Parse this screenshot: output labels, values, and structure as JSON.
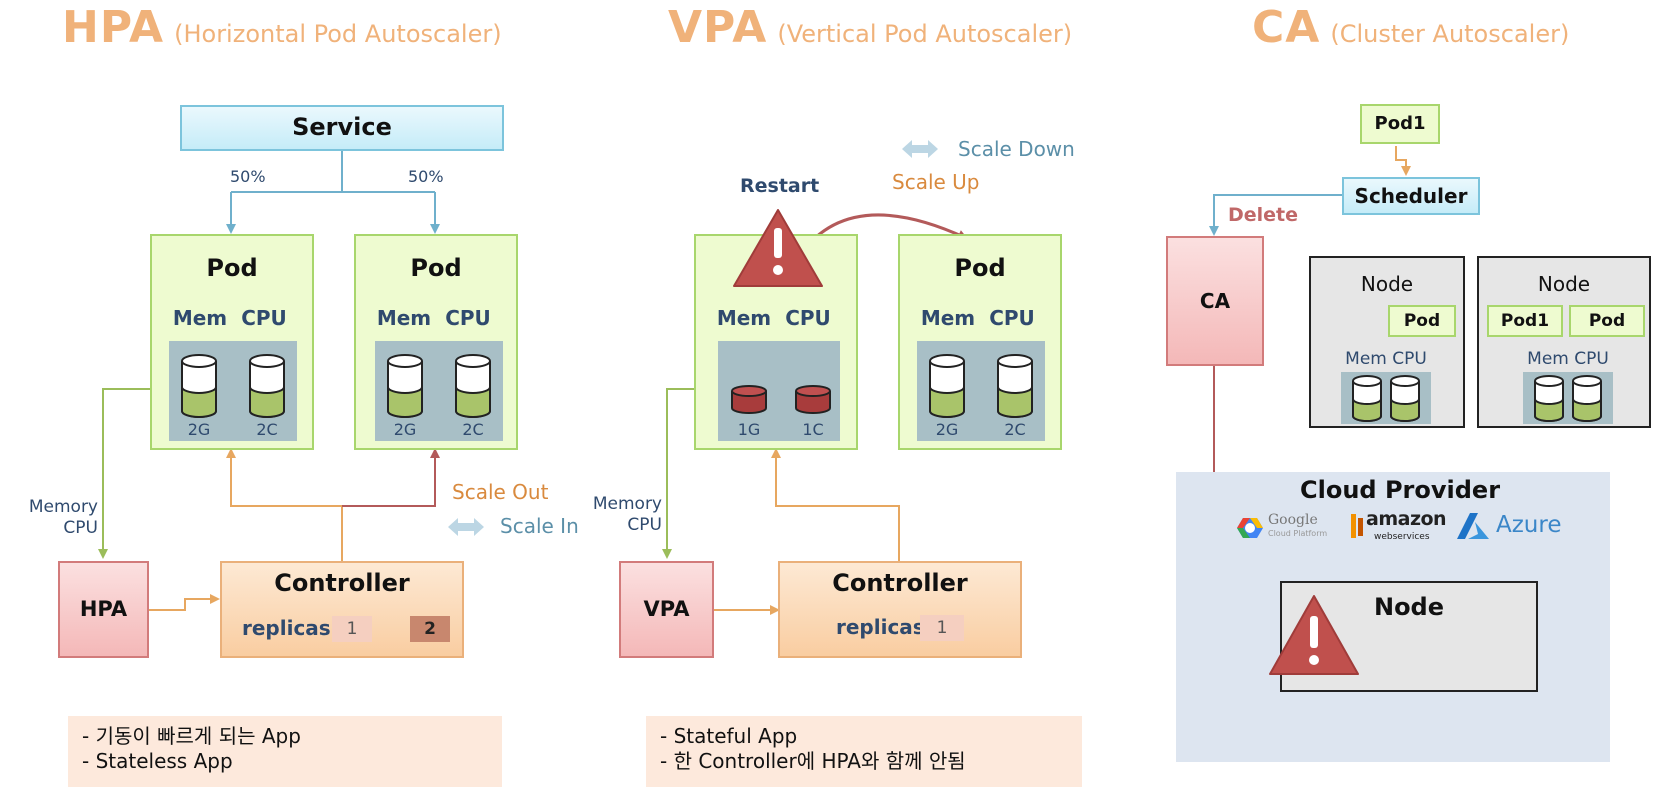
{
  "hpa_section": {
    "title": "HPA",
    "subtitle": "(Horizontal Pod Autoscaler)",
    "service_label": "Service",
    "split_left": "50%",
    "split_right": "50%",
    "pods": [
      {
        "title": "Pod",
        "mem_label": "Mem",
        "cpu_label": "CPU",
        "mem_value": "2G",
        "cpu_value": "2C"
      },
      {
        "title": "Pod",
        "mem_label": "Mem",
        "cpu_label": "CPU",
        "mem_value": "2G",
        "cpu_value": "2C"
      }
    ],
    "metric_memory": "Memory",
    "metric_cpu": "CPU",
    "autoscaler_label": "HPA",
    "controller_title": "Controller",
    "replicas_label": "replicas",
    "replicas_from": "1",
    "replicas_to": "2",
    "scale_out": "Scale Out",
    "scale_in": "Scale In",
    "notes": [
      "- 기동이 빠르게 되는 App",
      "- Stateless App"
    ]
  },
  "vpa_section": {
    "title": "VPA",
    "subtitle": "(Vertical Pod Autoscaler)",
    "restart_label": "Restart",
    "scale_up": "Scale Up",
    "scale_down": "Scale Down",
    "pods": [
      {
        "title": "",
        "mem_label": "Mem",
        "cpu_label": "CPU",
        "mem_value": "1G",
        "cpu_value": "1C"
      },
      {
        "title": "Pod",
        "mem_label": "Mem",
        "cpu_label": "CPU",
        "mem_value": "2G",
        "cpu_value": "2C"
      }
    ],
    "metric_memory": "Memory",
    "metric_cpu": "CPU",
    "autoscaler_label": "VPA",
    "controller_title": "Controller",
    "replicas_label": "replicas",
    "replicas_value": "1",
    "notes": [
      "- Stateful App",
      "- 한 Controller에 HPA와 함께 안됨"
    ]
  },
  "ca_section": {
    "title": "CA",
    "subtitle": "(Cluster Autoscaler)",
    "pending_pod": "Pod1",
    "scheduler_label": "Scheduler",
    "delete_label": "Delete",
    "autoscaler_label": "CA",
    "nodes": [
      {
        "title": "Node",
        "pods": [
          "Pod"
        ],
        "memcpu_label": "Mem CPU"
      },
      {
        "title": "Node",
        "pods": [
          "Pod1",
          "Pod"
        ],
        "memcpu_label": "Mem CPU"
      }
    ],
    "cloud_title": "Cloud Provider",
    "providers": {
      "google_line1": "Google",
      "google_line2": "Cloud Platform",
      "amazon_line1": "amazon",
      "amazon_line2": "webservices",
      "azure": "Azure"
    },
    "new_node_title": "Node"
  },
  "colors": {
    "heading": "#f0b27a",
    "pod_fill": "#eefbd0",
    "pod_border": "#a8d66c",
    "arrow_blue": "#6fb0cc",
    "arrow_green": "#9bbd5a",
    "arrow_orange": "#e7a760",
    "arrow_red": "#b35a5a",
    "warning_red": "#c0504d",
    "cylinder_green": "#a9c46a",
    "cylinder_red": "#a83c3c",
    "cloud_bg": "#dde5f0"
  }
}
